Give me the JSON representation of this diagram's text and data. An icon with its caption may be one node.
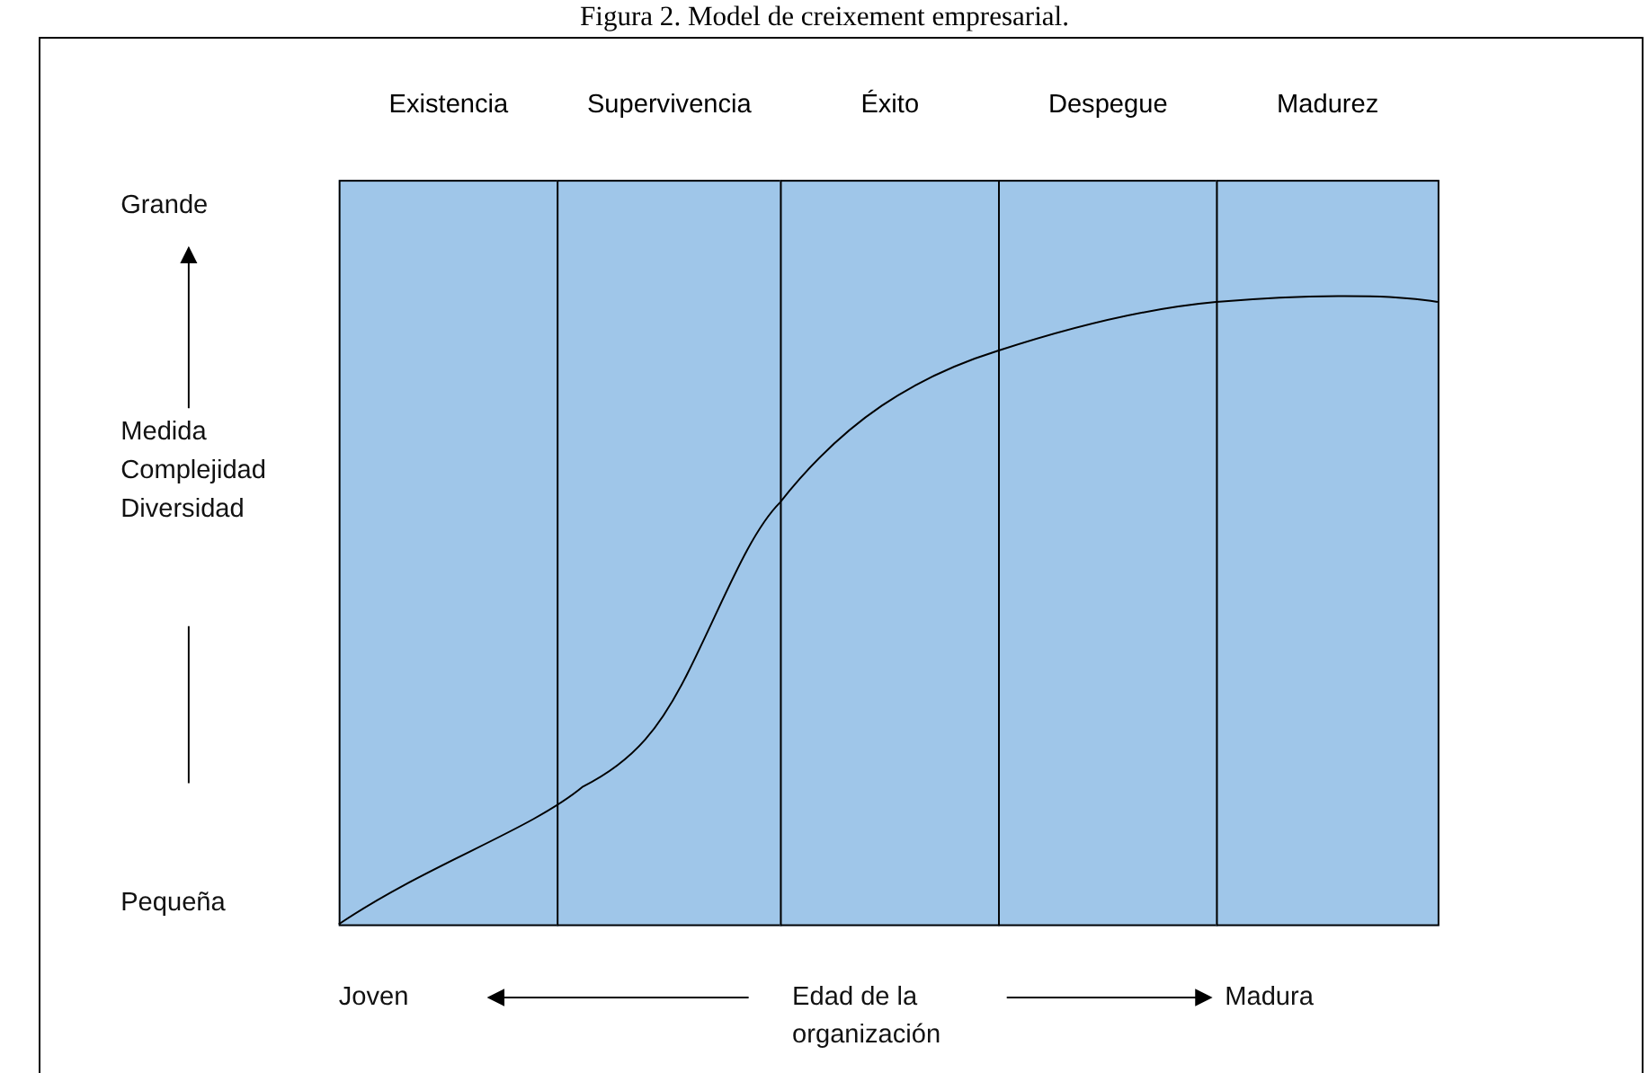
{
  "diagram": {
    "title": "Figura 2. Model de creixement empresarial.",
    "nodes": [
      {
        "text": [
          "Existencia"
        ]
      },
      {
        "text": [
          "Supervivencia"
        ]
      },
      {
        "text": [
          "Éxito"
        ]
      },
      {
        "text": [
          "Despegue"
        ]
      },
      {
        "text": [
          "Madurez"
        ]
      }
    ],
    "labels": [
      "Grande",
      "Medida Complejidad Diversidad",
      "Pequeña",
      "Joven",
      "Edad de la organización",
      "Madura"
    ]
  }
}
